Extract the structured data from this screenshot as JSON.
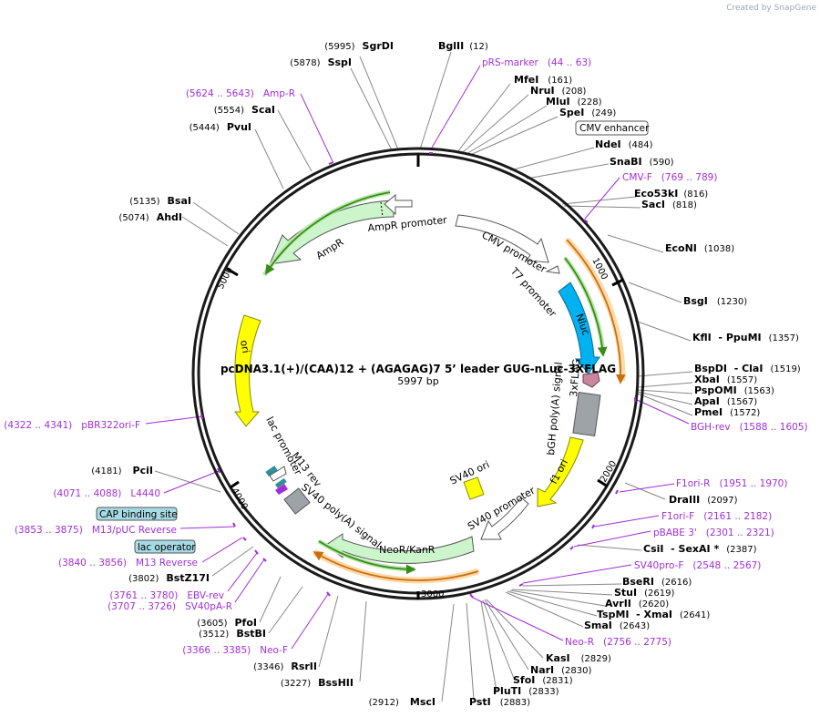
{
  "credit": "Created by SnapGene",
  "plasmid": {
    "name": "pcDNA3.1(+)/(CAA)12 + (AGAGAG)7 5’ leader GUG-nLuc-3XFLAG",
    "length": "5997 bp"
  },
  "ticks": [
    "1000",
    "2000",
    "3000",
    "4000",
    "5000"
  ],
  "features": {
    "ampr_promoter": "AmpR promoter",
    "ampr": "AmpR",
    "cmv_promoter": "CMV promoter",
    "t7_promoter": "T7 promoter",
    "nluc": "Nluc",
    "flag": "3xFLAG",
    "bgh": "bGH poly(A) signal",
    "f1ori": "f1 ori",
    "sv40ori": "SV40 ori",
    "sv40promoter": "SV40 promoter",
    "neor": "NeoR/KanR",
    "sv40pa": "SV40 poly(A) signal",
    "m13rev": "M13 rev",
    "lac_promoter": "lac promoter",
    "ori": "ori"
  },
  "boxes": {
    "cmv_enhancer": "CMV enhancer",
    "cap_binding_site": "CAP binding site",
    "lac_operator": "lac operator"
  },
  "sites": [
    {
      "name": "SgrDI",
      "pos": "(5995)"
    },
    {
      "name": "BglII",
      "pos": "(12)"
    },
    {
      "name": "SspI",
      "pos": "(5878)"
    },
    {
      "name": "MfeI",
      "pos": "(161)"
    },
    {
      "name": "NruI",
      "pos": "(208)"
    },
    {
      "name": "MluI",
      "pos": "(228)"
    },
    {
      "name": "SpeI",
      "pos": "(249)"
    },
    {
      "name": "NdeI",
      "pos": "(484)"
    },
    {
      "name": "SnaBI",
      "pos": "(590)"
    },
    {
      "name": "Eco53kI",
      "pos": "(816)"
    },
    {
      "name": "SacI",
      "pos": "(818)"
    },
    {
      "name": "EcoNI",
      "pos": "(1038)"
    },
    {
      "name": "BsgI",
      "pos": "(1230)"
    },
    {
      "name": "KflI  - PpuMI",
      "pos": "(1357)"
    },
    {
      "name": "BspDI  - ClaI",
      "pos": "(1519)"
    },
    {
      "name": "XbaI",
      "pos": "(1557)"
    },
    {
      "name": "PspOMI",
      "pos": "(1563)"
    },
    {
      "name": "ApaI",
      "pos": "(1567)"
    },
    {
      "name": "PmeI",
      "pos": "(1572)"
    },
    {
      "name": "DraIII",
      "pos": "(2097)"
    },
    {
      "name": "CsiI  - SexAI *",
      "pos": "(2387)"
    },
    {
      "name": "BseRI",
      "pos": "(2616)"
    },
    {
      "name": "StuI",
      "pos": "(2619)"
    },
    {
      "name": "AvrII",
      "pos": "(2620)"
    },
    {
      "name": "TspMI  - XmaI",
      "pos": "(2641)"
    },
    {
      "name": "SmaI",
      "pos": "(2643)"
    },
    {
      "name": "KasI",
      "pos": "(2829)"
    },
    {
      "name": "NarI",
      "pos": "(2830)"
    },
    {
      "name": "SfoI",
      "pos": "(2831)"
    },
    {
      "name": "PluTI",
      "pos": "(2833)"
    },
    {
      "name": "PstI",
      "pos": "(2883)"
    },
    {
      "name": "MscI",
      "pos": "(2912)"
    },
    {
      "name": "BssHII",
      "pos": "(3227)"
    },
    {
      "name": "RsrII",
      "pos": "(3346)"
    },
    {
      "name": "BstBI",
      "pos": "(3512)"
    },
    {
      "name": "PfoI",
      "pos": "(3605)"
    },
    {
      "name": "BstZ17I",
      "pos": "(3802)"
    },
    {
      "name": "PciI",
      "pos": "(4181)"
    },
    {
      "name": "AhdI",
      "pos": "(5074)"
    },
    {
      "name": "BsaI",
      "pos": "(5135)"
    },
    {
      "name": "PvuI",
      "pos": "(5444)"
    },
    {
      "name": "ScaI",
      "pos": "(5554)"
    }
  ],
  "primers": [
    {
      "name": "pRS-marker",
      "range": "(44 .. 63)"
    },
    {
      "name": "Amp-R",
      "range": "(5624 .. 5643)"
    },
    {
      "name": "CMV-F",
      "range": "(769 .. 789)"
    },
    {
      "name": "BGH-rev",
      "range": "(1588 .. 1605)"
    },
    {
      "name": "F1ori-R",
      "range": "(1951 .. 1970)"
    },
    {
      "name": "F1ori-F",
      "range": "(2161 .. 2182)"
    },
    {
      "name": "pBABE 3'",
      "range": "(2301 .. 2321)"
    },
    {
      "name": "SV40pro-F",
      "range": "(2548 .. 2567)"
    },
    {
      "name": "Neo-R",
      "range": "(2756 .. 2775)"
    },
    {
      "name": "Neo-F",
      "range": "(3366 .. 3385)"
    },
    {
      "name": "SV40pA-R",
      "range": "(3707 .. 3726)"
    },
    {
      "name": "EBV-rev",
      "range": "(3761 .. 3780)"
    },
    {
      "name": "M13 Reverse",
      "range": "(3840 .. 3856)"
    },
    {
      "name": "M13/pUC Reverse",
      "range": "(3853 .. 3875)"
    },
    {
      "name": "L4440",
      "range": "(4071 .. 4088)"
    },
    {
      "name": "pBR322ori-F",
      "range": "(4322 .. 4341)"
    }
  ],
  "colors": {
    "backbone": "#1a1a1a",
    "primer": "#a12fd8",
    "cmv": "#ffffff",
    "ampr": "#ccf5cc",
    "nluc": "#00b2f0",
    "ori": "#ffff00",
    "polya": "#9ea3a8",
    "neor": "#ccf5cc",
    "arrow_green": "#3a8a1a",
    "arrow_orange": "#f08a1a",
    "flag": "#c8879e",
    "teal": "#2e8f9b",
    "box_teal": "#a6dbe5"
  }
}
